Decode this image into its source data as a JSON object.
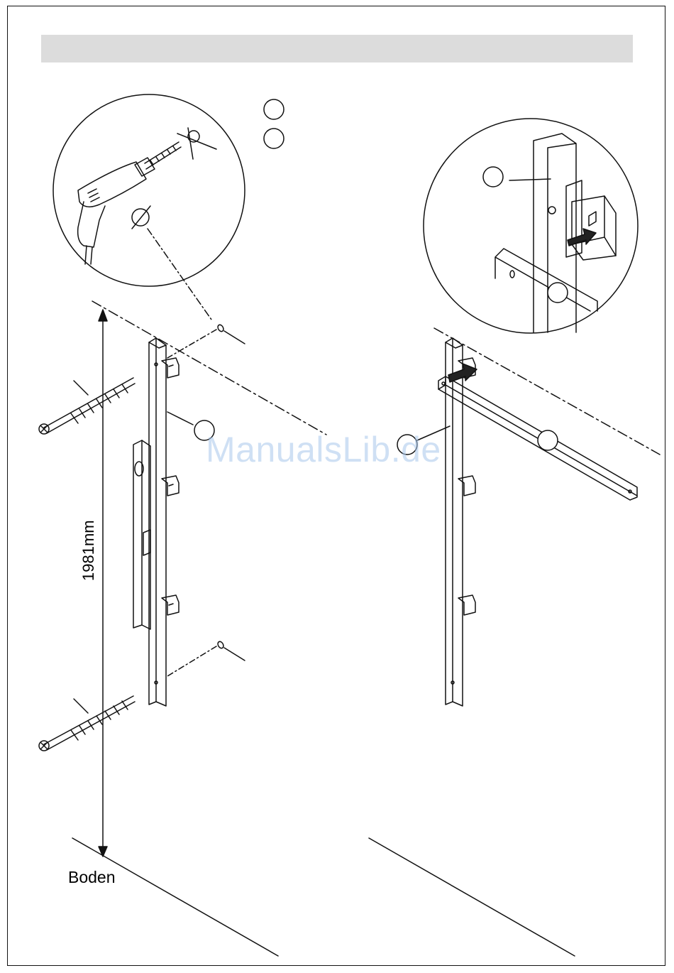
{
  "header": {
    "bar_color": "#dcdcdc"
  },
  "watermark": {
    "text": "ManualsLib.de",
    "color": "#a9c8ec"
  },
  "dimension": {
    "label": "1981mm"
  },
  "floor": {
    "label": "Boden"
  },
  "icons": [
    "drill-icon",
    "diameter-symbol-icon",
    "wall-anchor-icon",
    "spirit-level-icon",
    "push-arrow-icon"
  ],
  "colors": {
    "line": "#111111",
    "fill_dark": "#222222"
  }
}
